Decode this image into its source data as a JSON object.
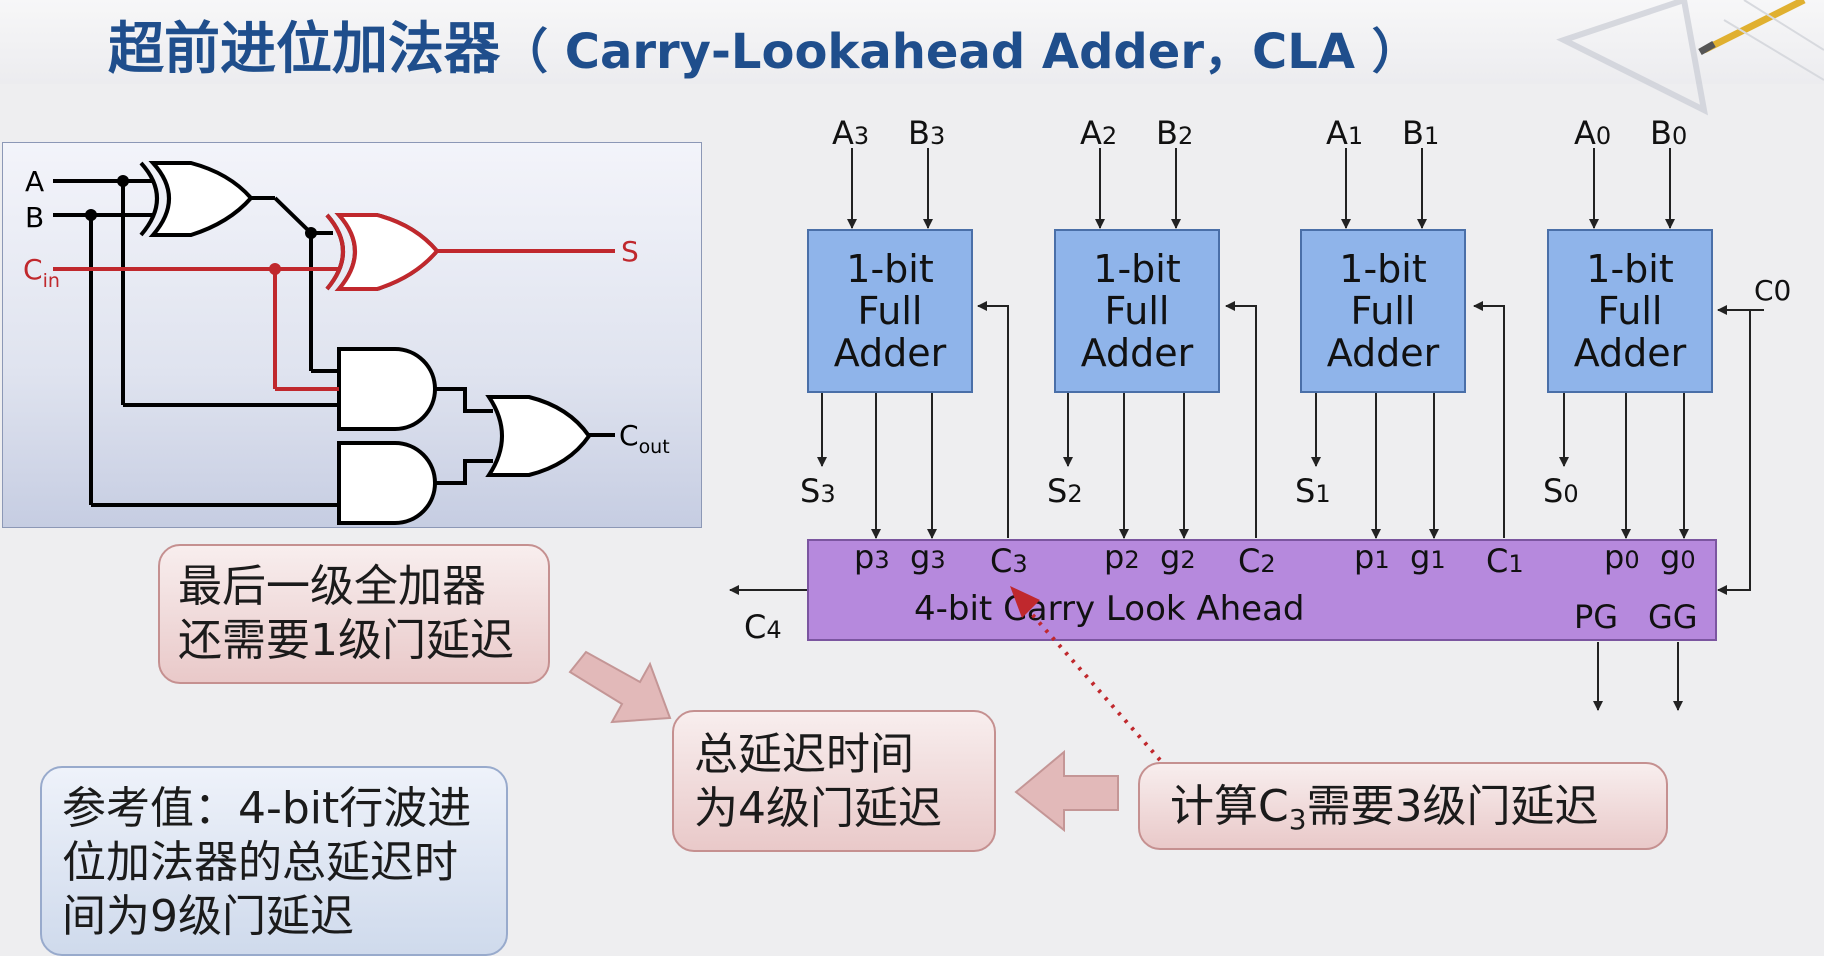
{
  "title": {
    "main": "超前进位加法器",
    "sub": "（ Carry-Lookahead Adder，CLA ）"
  },
  "circuit": {
    "inputs": {
      "a": "A",
      "b": "B",
      "cin": "C",
      "cin_sub": "in"
    },
    "outputs": {
      "s": "S",
      "cout": "C",
      "cout_sub": "out"
    }
  },
  "cla": {
    "adders": [
      {
        "in_a": "A",
        "in_b": "B",
        "idx": "3",
        "line1": "1-bit",
        "line2": "Full",
        "line3": "Adder",
        "sum": "S"
      },
      {
        "in_a": "A",
        "in_b": "B",
        "idx": "2",
        "line1": "1-bit",
        "line2": "Full",
        "line3": "Adder",
        "sum": "S"
      },
      {
        "in_a": "A",
        "in_b": "B",
        "idx": "1",
        "line1": "1-bit",
        "line2": "Full",
        "line3": "Adder",
        "sum": "S"
      },
      {
        "in_a": "A",
        "in_b": "B",
        "idx": "0",
        "line1": "1-bit",
        "line2": "Full",
        "line3": "Adder",
        "sum": "S"
      }
    ],
    "unit_label": "4-bit Carry Look Ahead",
    "p": "p",
    "g": "g",
    "c": "C",
    "c0": "C0",
    "c4": "C",
    "c4_sub": "4",
    "pg": "PG",
    "gg": "GG"
  },
  "notes": {
    "last_stage": "最后一级全加器\n还需要1级门延迟",
    "total": "总延迟时间\n为4级门延迟",
    "compute_c3_pre": "计算C",
    "compute_c3_sub": "3",
    "compute_c3_post": "需要3级门延迟",
    "reference": "参考值：4-bit行波进\n位加法器的总延迟时\n间为9级门延迟"
  },
  "colors": {
    "title": "#1f4e8c",
    "adder_fill": "#8fb4ea",
    "cla_fill": "#b689dd",
    "circuit_red": "#c0282d",
    "note_red": "#e9c9c9",
    "note_blue": "#cfdaec"
  }
}
